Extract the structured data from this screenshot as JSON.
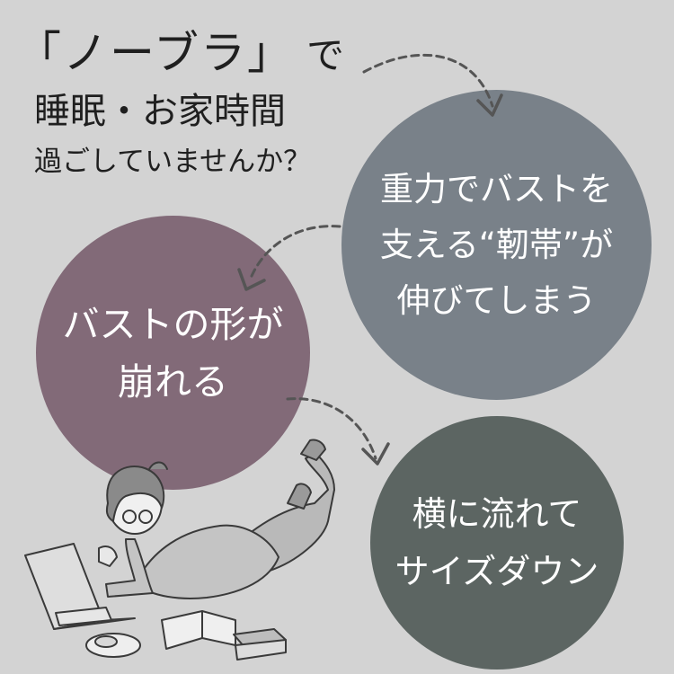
{
  "headline": {
    "line1_main": "「ノーブラ」",
    "line1_small": "で",
    "line2": "睡眠・お家時間",
    "line3": "過ごしていませんか？"
  },
  "circles": [
    {
      "lines": [
        "重力でバストを",
        "支える“靭帯”が",
        "伸びてしまう"
      ],
      "color": "#798189"
    },
    {
      "lines": [
        "バストの形が",
        "崩れる"
      ],
      "color": "#826a78"
    },
    {
      "lines": [
        "横に流れて",
        "サイズダウン"
      ],
      "color": "#5c6562"
    }
  ],
  "illustration": "woman-lying-with-laptop-and-books"
}
